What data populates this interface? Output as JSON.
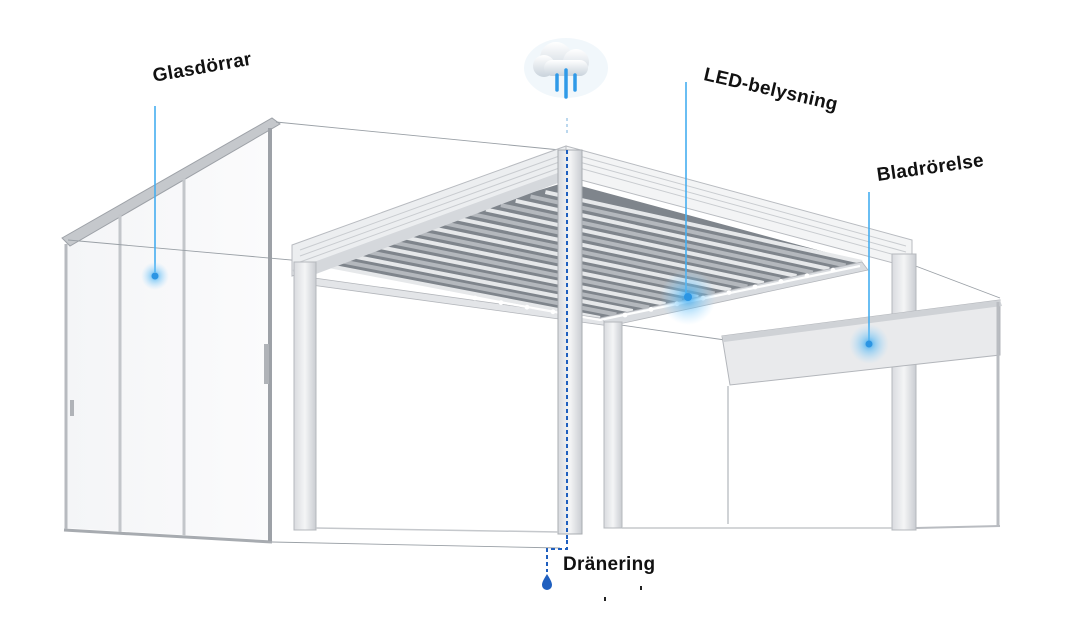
{
  "callouts": {
    "glassdoors": "Glasdörrar",
    "led_lighting": "LED-belysning",
    "blade_movement": "Bladrörelse",
    "drainage": "Dränering"
  },
  "icons": {
    "rain_cloud": "cloud-rain-icon",
    "water_drop": "water-drop-icon",
    "hotspot": "glow-dot-icon"
  },
  "colors": {
    "accent_blue": "#3aa6ef",
    "drain_blue": "#1f5fbf",
    "frame_light": "#eeeff1",
    "frame_edge": "#b9bcc1",
    "louver_gray": "#8a8f96",
    "text": "#111111"
  }
}
